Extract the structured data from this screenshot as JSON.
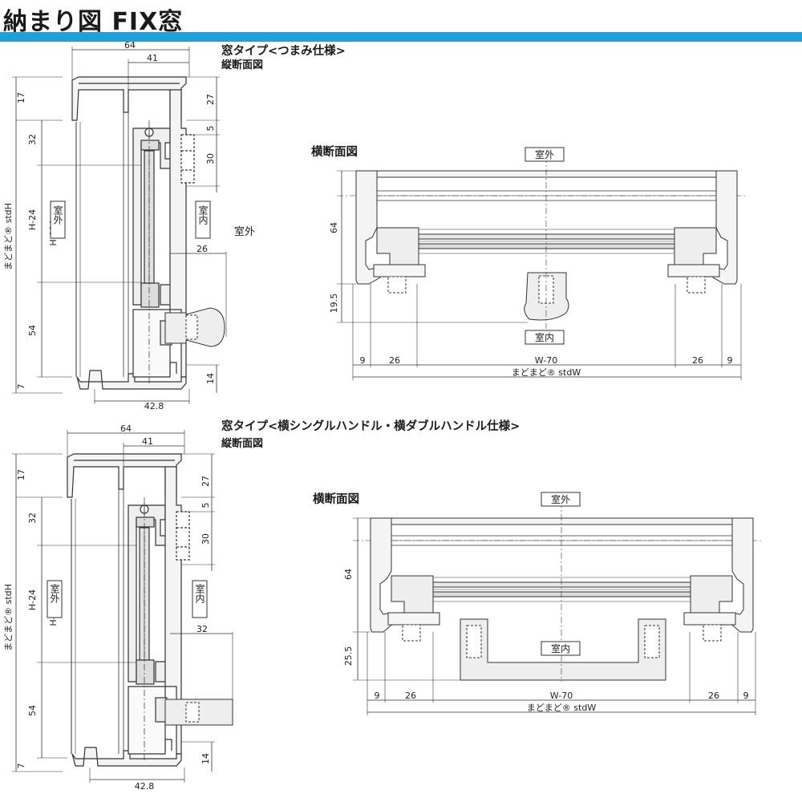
{
  "page": {
    "title": "納まり図 FIX窓",
    "accent_color": "#1fa0d8"
  },
  "sections": [
    {
      "type_label": "窓タイプ<つまみ仕様>",
      "vertical_label": "縦断面図",
      "horizontal_label": "横断面図",
      "vertical": {
        "width_total": "64",
        "width_inner": "41",
        "left_top": "17",
        "left_32": "32",
        "left_h24": "H-24",
        "left_h110": "H-110",
        "left_std": "まどまど® stdH",
        "left_54": "54",
        "left_7": "7",
        "right_27": "27",
        "right_5": "5",
        "right_30": "30",
        "right_14": "14",
        "bottom": "42.8",
        "handle_proj": "26",
        "outside_box": "室外",
        "inside_box": "室内"
      },
      "outside_free": "室外",
      "horizontal": {
        "outside_box": "室外",
        "inside_box": "室内",
        "depth": "64",
        "handle_depth": "19.5",
        "d9a": "9",
        "d26a": "26",
        "w70": "W-70",
        "d26b": "26",
        "d9b": "9",
        "std": "まどまど® stdW"
      }
    },
    {
      "type_label": "窓タイプ<横シングルハンドル・横ダブルハンドル仕様>",
      "vertical_label": "縦断面図",
      "horizontal_label": "横断面図",
      "vertical": {
        "width_total": "64",
        "width_inner": "41",
        "left_top": "17",
        "left_32": "32",
        "left_h24": "H-24",
        "left_h110": "H-110",
        "left_std": "まどまど® stdH",
        "left_54": "54",
        "left_7": "7",
        "right_27": "27",
        "right_5": "5",
        "right_30": "30",
        "right_14": "14",
        "bottom": "42.8",
        "handle_proj": "32",
        "outside_box": "室外",
        "inside_box": "室内"
      },
      "horizontal": {
        "outside_box": "室外",
        "inside_box": "室内",
        "depth": "64",
        "handle_depth": "25.5",
        "d9a": "9",
        "d26a": "26",
        "w70": "W-70",
        "d26b": "26",
        "d9b": "9",
        "std": "まどまど® stdW"
      }
    }
  ]
}
